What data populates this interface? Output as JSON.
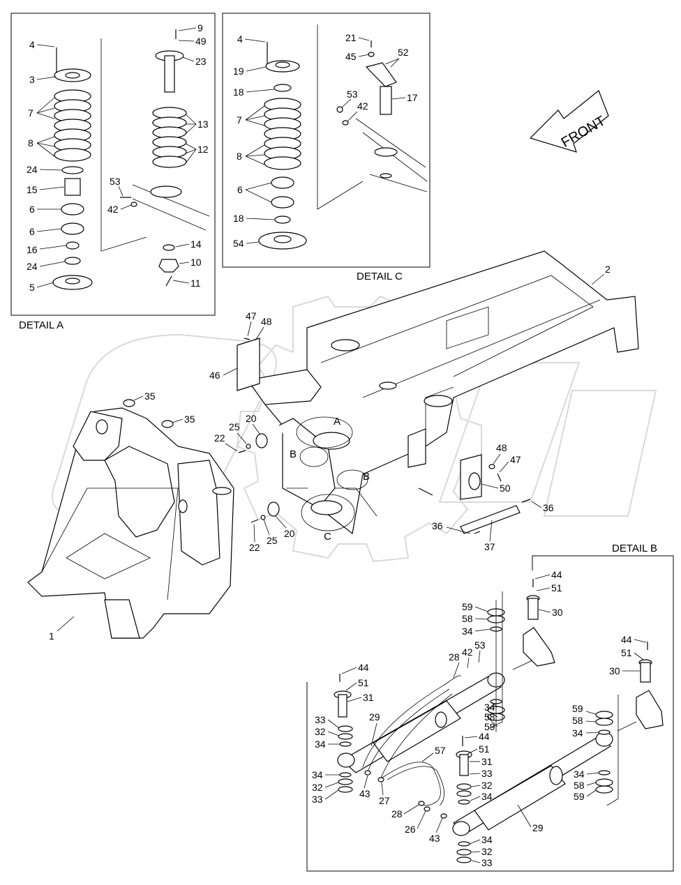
{
  "titles": {
    "detail_a": "DETAIL  A",
    "detail_b": "DETAIL  B",
    "detail_c": "DETAIL  C",
    "front": "FRONT"
  },
  "section_markers": {
    "a": "A",
    "b1": "B",
    "b2": "B",
    "c": "C"
  },
  "callouts": {
    "a_4": "4",
    "a_3": "3",
    "a_7": "7",
    "a_8": "8",
    "a_24a": "24",
    "a_15": "15",
    "a_6a": "6",
    "a_6b": "6",
    "a_16": "16",
    "a_24b": "24",
    "a_5": "5",
    "a_9": "9",
    "a_49": "49",
    "a_23": "23",
    "a_13": "13",
    "a_12": "12",
    "a_53": "53",
    "a_42": "42",
    "a_14": "14",
    "a_10": "10",
    "a_11": "11",
    "c_4": "4",
    "c_19": "19",
    "c_18a": "18",
    "c_7": "7",
    "c_8": "8",
    "c_6": "6",
    "c_18b": "18",
    "c_54": "54",
    "c_21": "21",
    "c_45": "45",
    "c_52": "52",
    "c_53": "53",
    "c_42": "42",
    "c_17": "17",
    "m_2": "2",
    "m_47a": "47",
    "m_48a": "48",
    "m_46": "46",
    "m_35a": "35",
    "m_35b": "35",
    "m_25a": "25",
    "m_22a": "22",
    "m_20a": "20",
    "m_48b": "48",
    "m_47b": "47",
    "m_50": "50",
    "m_36a": "36",
    "m_36b": "36",
    "m_37": "37",
    "m_22b": "22",
    "m_25b": "25",
    "m_20b": "20",
    "m_1": "1",
    "b_44a": "44",
    "b_51a": "51",
    "b_30a": "30",
    "b_59a": "59",
    "b_58a": "58",
    "b_34a": "34",
    "b_28a": "28",
    "b_42": "42",
    "b_53": "53",
    "b_44b": "44",
    "b_51b": "51",
    "b_31a": "31",
    "b_29a": "29",
    "b_33a": "33",
    "b_32a": "32",
    "b_34b": "34",
    "b_34c": "34",
    "b_58b": "58",
    "b_59b": "59",
    "b_44c": "44",
    "b_51c": "51",
    "b_30b": "30",
    "b_59c": "59",
    "b_58c": "58",
    "b_34d": "34",
    "b_57": "57",
    "b_44d": "44",
    "b_51d": "51",
    "b_31b": "31",
    "b_33b": "33",
    "b_32b": "32",
    "b_34e": "34",
    "b_34f": "34",
    "b_32c": "32",
    "b_33c": "33",
    "b_43a": "43",
    "b_27": "27",
    "b_28b": "28",
    "b_34g": "34",
    "b_58d": "58",
    "b_59d": "59",
    "b_26": "26",
    "b_43b": "43",
    "b_29b": "29",
    "b_34h": "34",
    "b_32d": "32",
    "b_33d": "33"
  }
}
